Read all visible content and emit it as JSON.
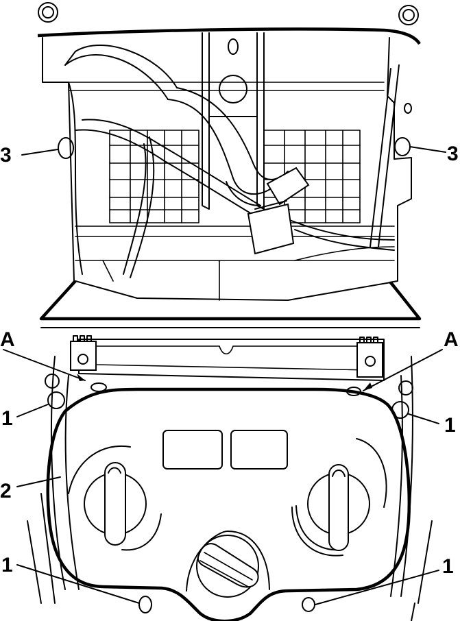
{
  "callouts": {
    "label_3_left": "3",
    "label_3_right": "3",
    "label_a_left": "A",
    "label_a_right": "A",
    "label_1_left_upper": "1",
    "label_1_right_upper": "1",
    "label_2": "2",
    "label_1_left_lower": "1",
    "label_1_right_lower": "1"
  },
  "colors": {
    "ink": "#000000",
    "paper": "#ffffff"
  }
}
